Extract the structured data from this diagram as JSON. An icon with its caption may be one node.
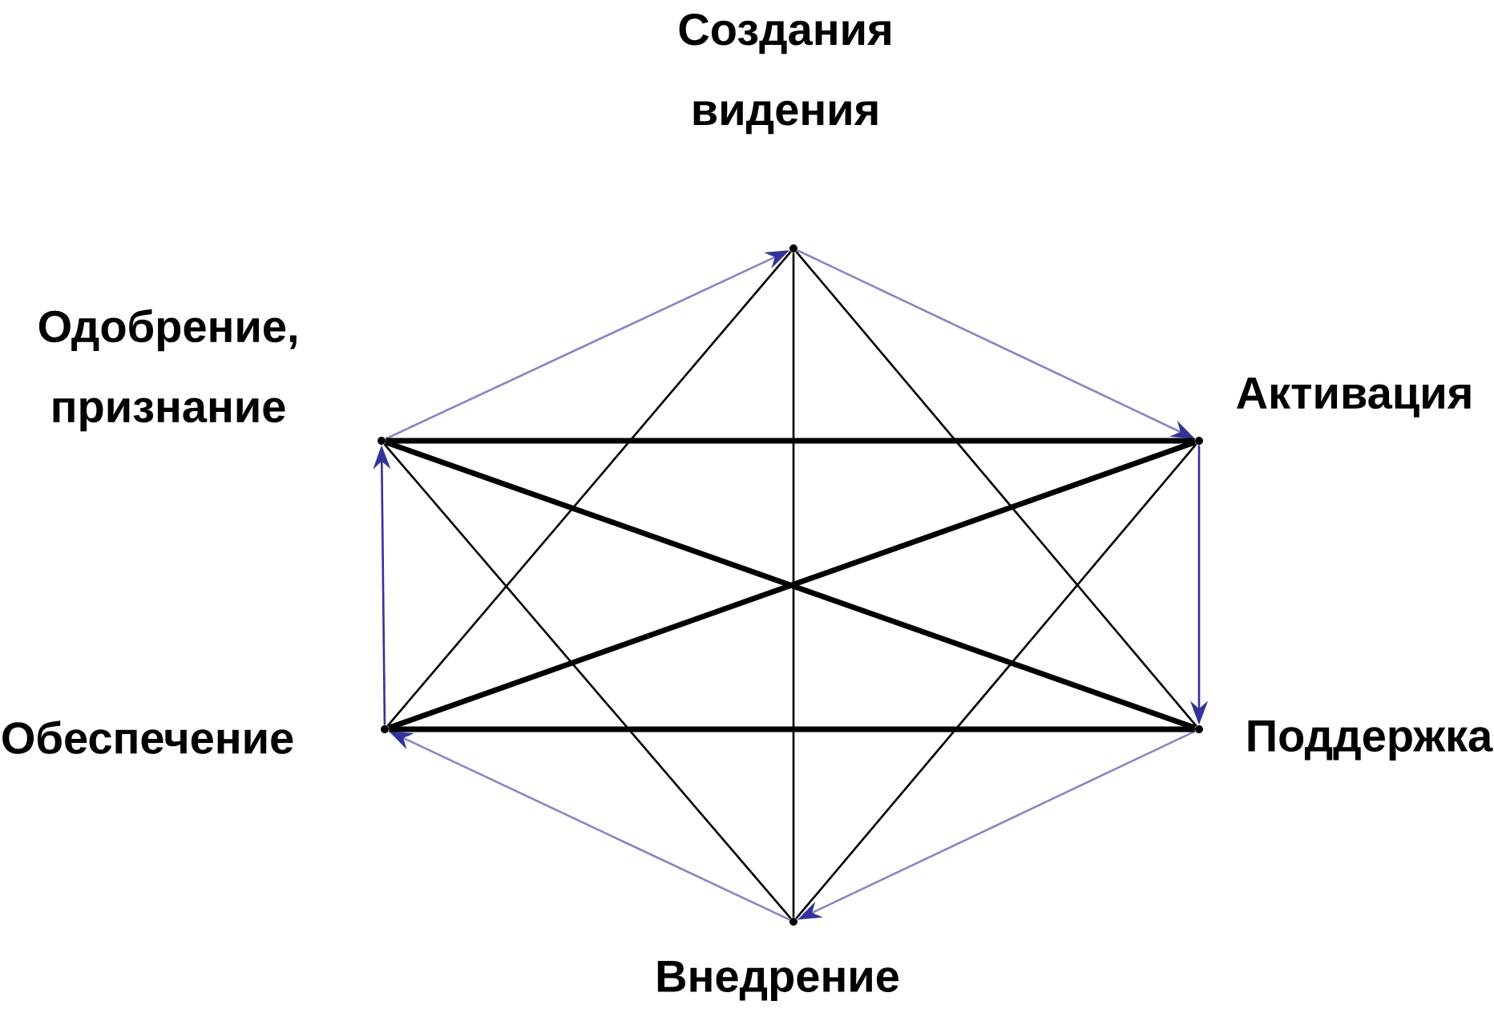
{
  "diagram": {
    "nodes": [
      {
        "text": [],
        "shape": "dot",
        "beside": [
          "Создания видения"
        ]
      },
      {
        "text": [],
        "shape": "dot",
        "beside": [
          "Одобрение, признание"
        ]
      },
      {
        "text": [],
        "shape": "dot",
        "beside": [
          "Активация"
        ]
      },
      {
        "text": [],
        "shape": "dot",
        "beside": [
          "Обеспечение"
        ]
      },
      {
        "text": [],
        "shape": "dot",
        "beside": [
          "Поддержка"
        ]
      },
      {
        "text": [],
        "shape": "dot",
        "beside": [
          "Внедрение"
        ]
      }
    ],
    "edges": [
      {
        "from": 1,
        "to": 0,
        "arrow": "to",
        "color": "#8585c8"
      },
      {
        "from": 0,
        "to": 2,
        "arrow": "to",
        "color": "#8585c8"
      },
      {
        "from": 2,
        "to": 4,
        "arrow": "to",
        "color": "#333399"
      },
      {
        "from": 4,
        "to": 5,
        "arrow": "to",
        "color": "#8585c8"
      },
      {
        "from": 5,
        "to": 3,
        "arrow": "to",
        "color": "#8585c8"
      },
      {
        "from": 3,
        "to": 1,
        "arrow": "to",
        "color": "#333399"
      },
      {
        "from": 0,
        "to": 5,
        "arrow": "none"
      },
      {
        "from": 1,
        "to": 2,
        "arrow": "none",
        "style": "thick"
      },
      {
        "from": 3,
        "to": 4,
        "arrow": "none",
        "style": "thick"
      },
      {
        "from": 1,
        "to": 4,
        "arrow": "none",
        "style": "thick"
      },
      {
        "from": 3,
        "to": 2,
        "arrow": "none",
        "style": "thick"
      },
      {
        "from": 0,
        "to": 3,
        "arrow": "none"
      },
      {
        "from": 0,
        "to": 4,
        "arrow": "none"
      },
      {
        "from": 5,
        "to": 1,
        "arrow": "none"
      },
      {
        "from": 5,
        "to": 2,
        "arrow": "none"
      }
    ]
  }
}
